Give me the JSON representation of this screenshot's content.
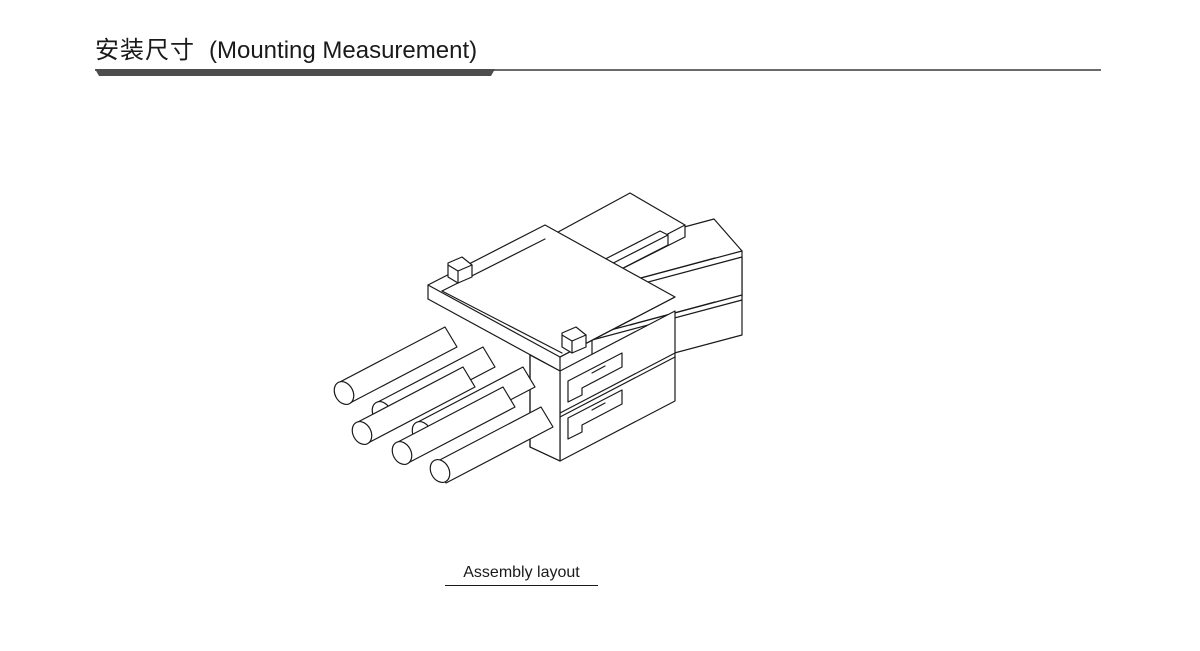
{
  "header": {
    "title_zh": "安装尺寸",
    "title_en": "(Mounting Measurement)"
  },
  "figure": {
    "caption": "Assembly layout",
    "image": "connector-assembly-drawing"
  }
}
